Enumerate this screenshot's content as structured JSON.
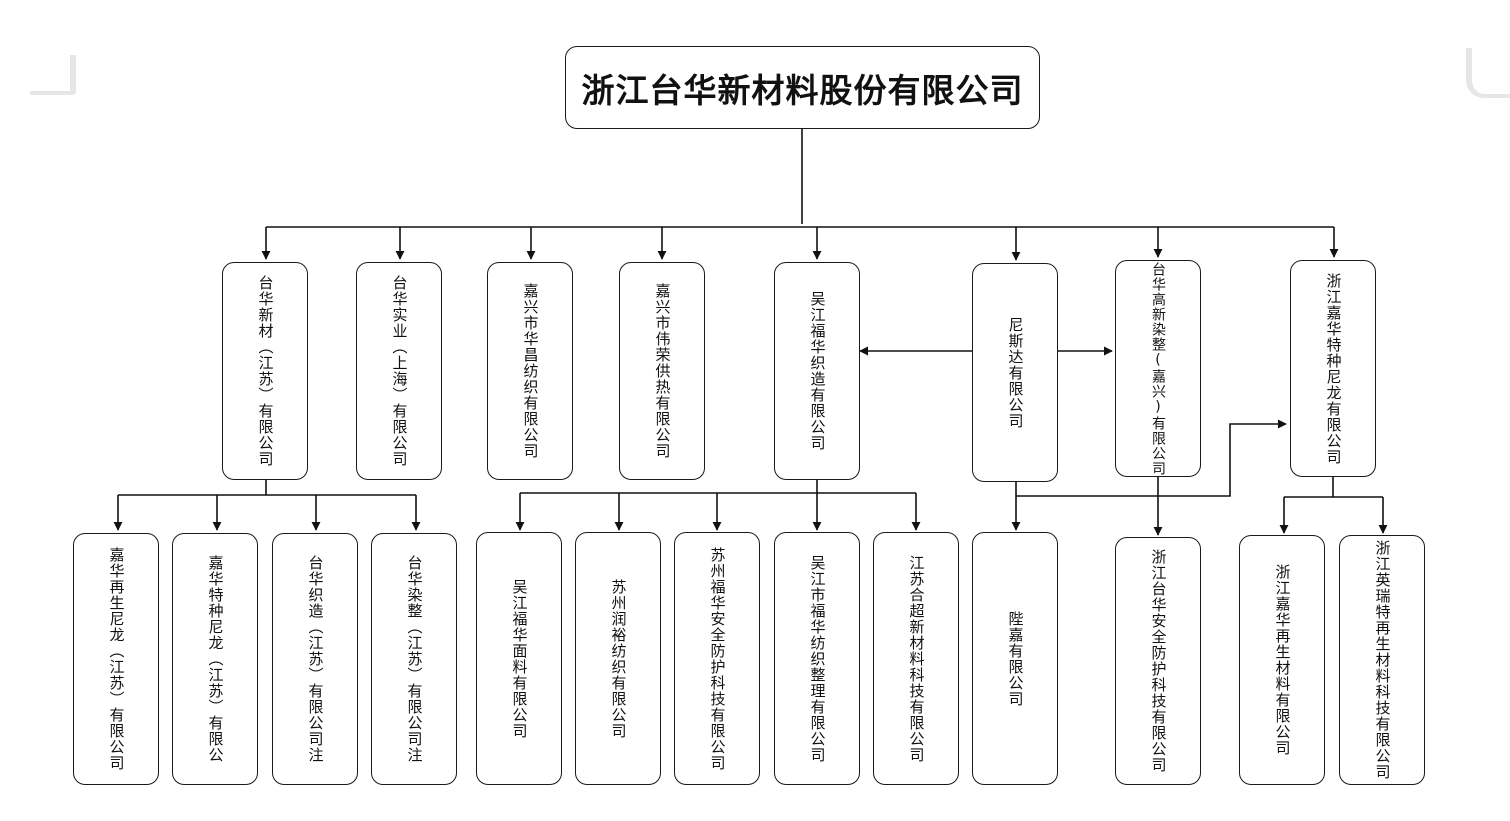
{
  "root": {
    "label": "浙江台华新材料股份有限公司"
  },
  "level1": [
    {
      "id": "l1-1",
      "label": "台华新材（江苏）有限公司"
    },
    {
      "id": "l1-2",
      "label": "台华实业（上海）有限公司"
    },
    {
      "id": "l1-3",
      "label": "嘉兴市华昌纺织有限公司"
    },
    {
      "id": "l1-4",
      "label": "嘉兴市伟荣供热有限公司"
    },
    {
      "id": "l1-5",
      "label": "吴江福华织造有限公司"
    },
    {
      "id": "l1-6",
      "label": "尼斯达有限公司"
    },
    {
      "id": "l1-7",
      "label": "台华高新染整(嘉兴)有限公司"
    },
    {
      "id": "l1-8",
      "label": "浙江嘉华特种尼龙有限公司"
    }
  ],
  "level2": [
    {
      "id": "l2-1",
      "label": "嘉华再生尼龙（江苏）有限公司"
    },
    {
      "id": "l2-2",
      "label": "嘉华特种尼龙（江苏）有限公"
    },
    {
      "id": "l2-3",
      "label": "台华织造（江苏）有限公司注"
    },
    {
      "id": "l2-4",
      "label": "台华染整（江苏）有限公司注"
    },
    {
      "id": "l2-5",
      "label": "吴江福华面料有限公司"
    },
    {
      "id": "l2-6",
      "label": "苏州润裕纺织有限公司"
    },
    {
      "id": "l2-7",
      "label": "苏州福华安全防护科技有限公司"
    },
    {
      "id": "l2-8",
      "label": "吴江市福华纺织整理有限公司"
    },
    {
      "id": "l2-9",
      "label": "江苏合超新材料科技有限公司"
    },
    {
      "id": "l2-10",
      "label": "陛嘉有限公司"
    },
    {
      "id": "l2-11",
      "label": "浙江台华安全防护科技有限公司"
    },
    {
      "id": "l2-12",
      "label": "浙江嘉华再生材料有限公司"
    },
    {
      "id": "l2-13",
      "label": "浙江英瑞特再生材料科技有限公司"
    }
  ]
}
